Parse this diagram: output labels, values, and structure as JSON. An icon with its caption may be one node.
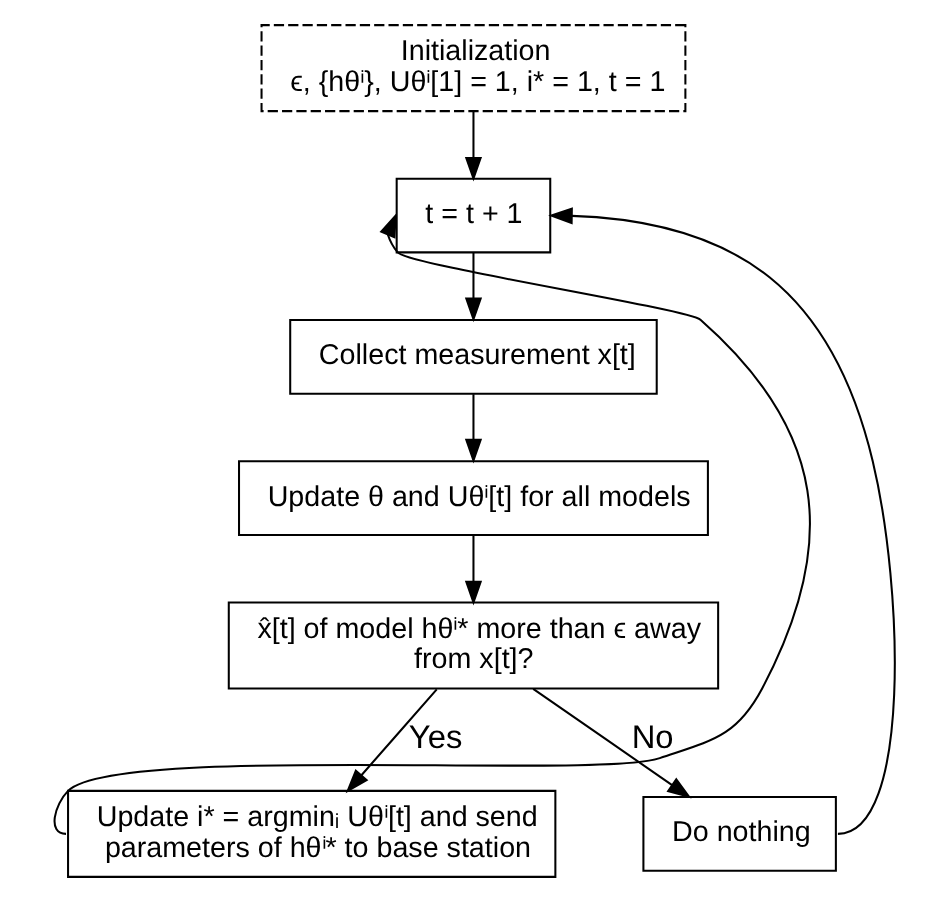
{
  "diagram": {
    "nodes": [
      {
        "text": [
          "Initialization",
          "ϵ, {hθⁱ}, Uθⁱ[1] = 1, i* = 1, t = 1"
        ]
      },
      {
        "text": [
          "t = t + 1"
        ]
      },
      {
        "text": [
          "Collect measurement x[t]"
        ]
      },
      {
        "text": [
          "Update θ and Uθⁱ[t] for all models"
        ]
      },
      {
        "text": [
          "x̂[t] of model hθⁱ* more than ϵ away from x[t]?"
        ]
      },
      {
        "text": [
          "Update i* = argminᵢ Uθⁱ[t] and send parameters of hθⁱ* to base station"
        ]
      },
      {
        "text": [
          "Do nothing"
        ]
      }
    ],
    "edges": [
      {
        "from": 0,
        "to": 1,
        "arrow": "to"
      },
      {
        "from": 1,
        "to": 2,
        "arrow": "to"
      },
      {
        "from": 2,
        "to": 3,
        "arrow": "to"
      },
      {
        "from": 3,
        "to": 4,
        "arrow": "to"
      },
      {
        "from": 4,
        "to": 5,
        "arrow": "to",
        "label": "Yes"
      },
      {
        "from": 4,
        "to": 6,
        "arrow": "to",
        "label": "No"
      },
      {
        "from": 5,
        "to": 1,
        "arrow": "to"
      },
      {
        "from": 6,
        "to": 1,
        "arrow": "to"
      }
    ]
  }
}
